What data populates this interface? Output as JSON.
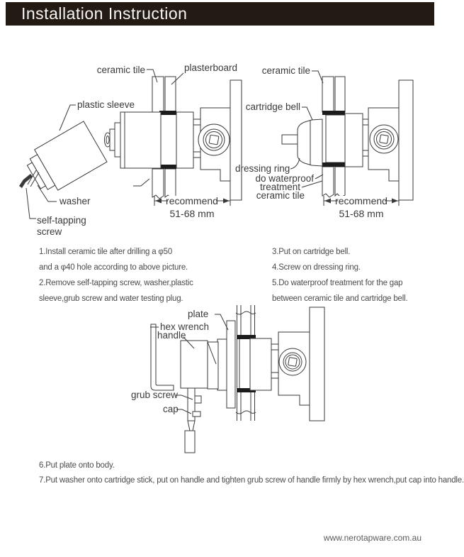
{
  "page": {
    "header_bg": "#241a14",
    "line_color": "#3a3a3a"
  },
  "header": {
    "title": "Installation Instruction"
  },
  "diagrams": {
    "d1": {
      "labels": {
        "ceramic_tile": "ceramic tile",
        "plasterboard": "plasterboard",
        "plastic_sleeve": "plastic sleeve",
        "washer": "washer",
        "self_tapping_1": "self-tapping",
        "self_tapping_2": "screw",
        "recommend": "recommend",
        "dimension": "51-68 mm"
      }
    },
    "d2": {
      "labels": {
        "ceramic_tile": "ceramic tile",
        "cartridge_bell": "cartridge bell",
        "dressing_ring": "dressing ring",
        "waterproof_1": "do waterproof",
        "waterproof_2": "treatment",
        "waterproof_3": "ceramic tile",
        "recommend": "recommend",
        "dimension": "51-68 mm"
      }
    },
    "d3": {
      "labels": {
        "plate": "plate",
        "hex_wrench": "hex wrench",
        "handle": "handle",
        "grub_screw": "grub screw",
        "cap": "cap"
      }
    }
  },
  "steps": {
    "left": [
      "1.Install ceramic tile after drilling a φ50",
      "and a φ40 hole according to above picture.",
      "2.Remove self-tapping screw, washer,plastic",
      "sleeve,grub screw and water testing plug."
    ],
    "right": [
      "3.Put on cartridge bell.",
      "4.Screw on dressing ring.",
      "5.Do waterproof treatment for the gap",
      "between ceramic tile and cartridge bell."
    ],
    "bottom": [
      "6.Put plate onto body.",
      "7.Put washer onto cartridge stick, put on handle and tighten grub screw of handle firmly by hex wrench,put cap into handle."
    ]
  },
  "footer": {
    "website": "www.nerotapware.com.au"
  }
}
